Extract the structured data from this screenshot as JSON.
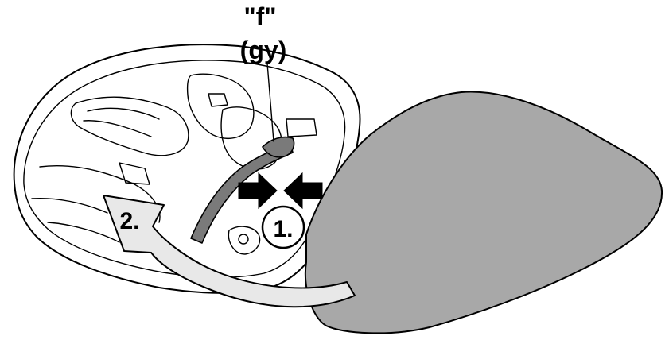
{
  "labels": {
    "connector_code": "\"f\"",
    "wire_color": "(gy)",
    "step_1": "1.",
    "step_2": "2."
  },
  "colors": {
    "line": "#000000",
    "mirror_glass": "#a8a8a8",
    "arrow_fill": "#e8e8e8",
    "wire_harness": "#7a7a7a",
    "background": "#ffffff"
  }
}
